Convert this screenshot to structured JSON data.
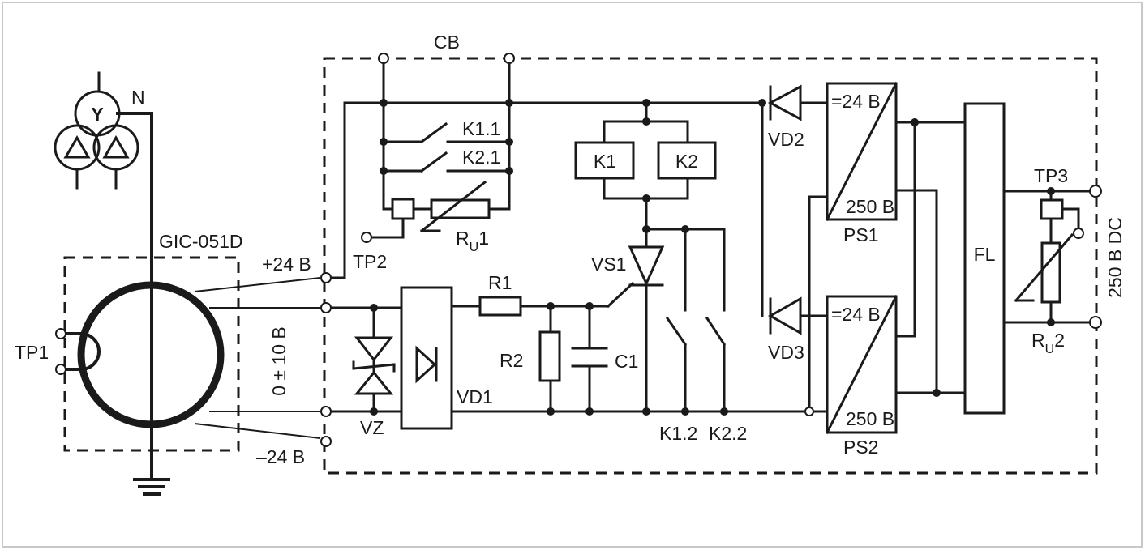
{
  "labels": {
    "cb": "CB",
    "neutral": "N",
    "transformer_y": "Y",
    "gic": "GIC-051D",
    "plus24": "+24 B",
    "minus24": "–24 B",
    "range": "0 ± 10 B",
    "tp1": "TP1",
    "tp2": "TP2",
    "tp3": "TP3",
    "vz": "VZ",
    "vd1": "VD1",
    "r1": "R1",
    "r2": "R2",
    "c1": "C1",
    "vs1": "VS1",
    "k1": "K1",
    "k2": "K2",
    "k11": "K1.1",
    "k21": "K2.1",
    "k12": "K1.2",
    "k22": "K2.2",
    "ru1_main": "R",
    "ru1_sub": "U",
    "ru1_num": "1",
    "ru2_main": "R",
    "ru2_sub": "U",
    "ru2_num": "2",
    "vd2": "VD2",
    "vd3": "VD3",
    "ps1": "PS1",
    "ps2": "PS2",
    "ps1_in": "=24 B",
    "ps1_out": "250 B",
    "ps2_in": "=24 B",
    "ps2_out": "250 B",
    "fl": "FL",
    "dc": "250 B DC"
  }
}
